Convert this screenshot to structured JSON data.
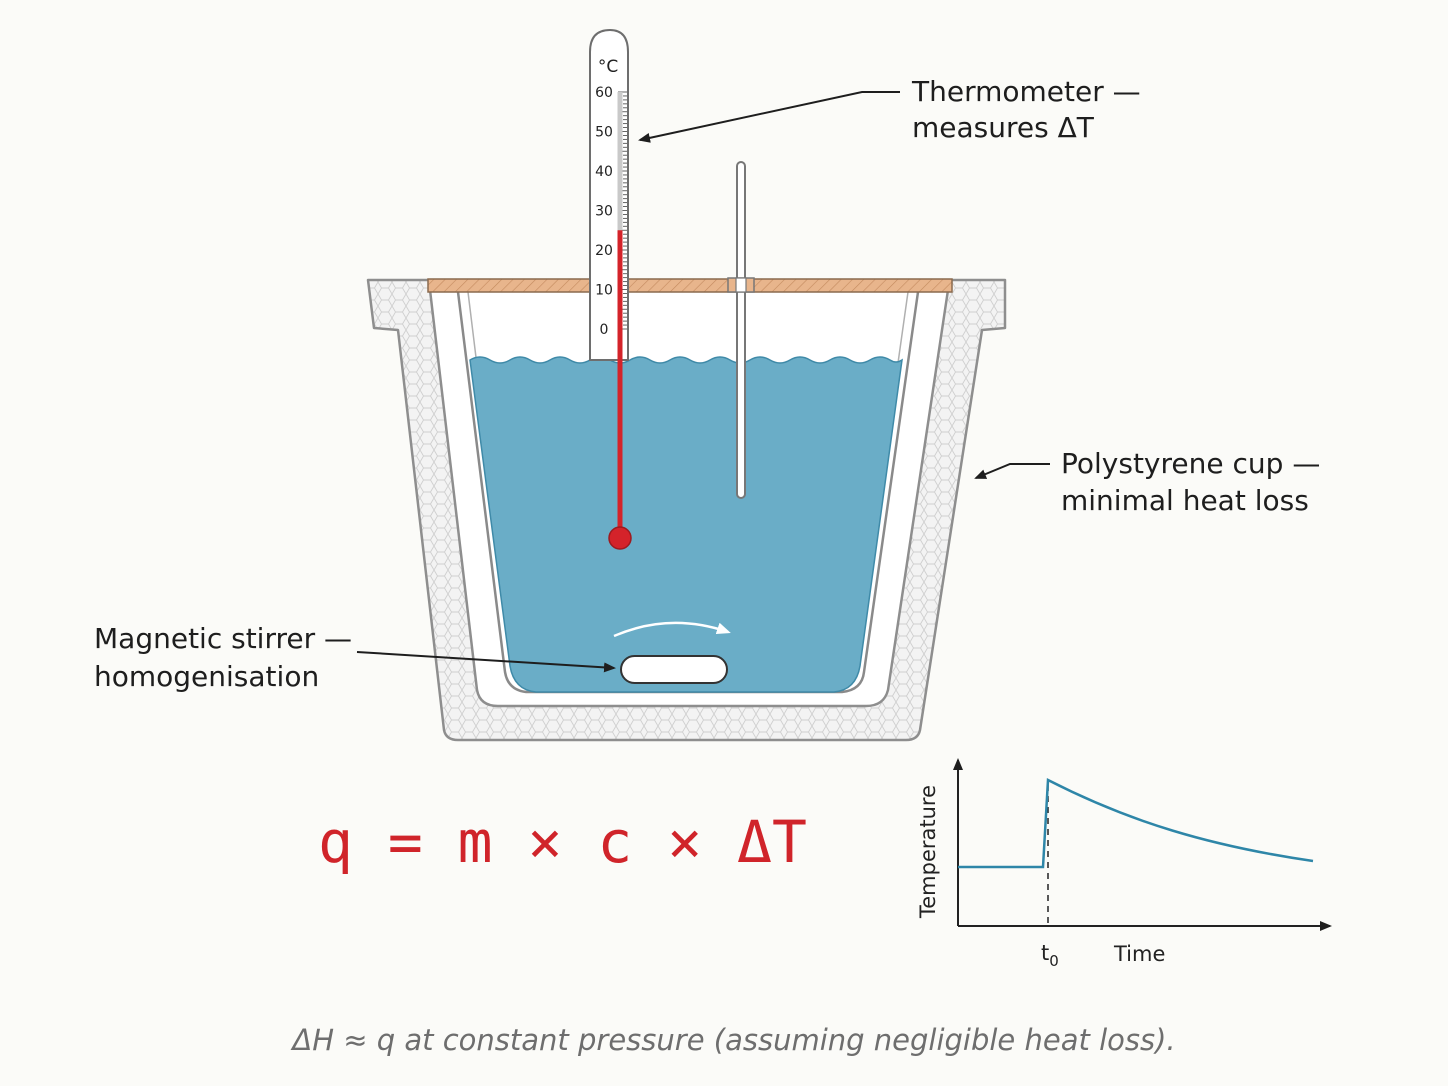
{
  "labels": {
    "thermometer_line1": "Thermometer —",
    "thermometer_line2": "measures ΔT",
    "cup_line1": "Polystyrene cup —",
    "cup_line2": "minimal heat loss",
    "stirrer_line1": "Magnetic stirrer —",
    "stirrer_line2": "homogenisation"
  },
  "thermometer": {
    "unit": "°C",
    "scale": [
      "60",
      "50",
      "40",
      "30",
      "20",
      "10",
      "0"
    ],
    "reading": 25
  },
  "formula": "q = m × c × ΔT",
  "graph": {
    "y_label": "Temperature",
    "x_label": "Time",
    "t0_label": "t",
    "t0_subscript": "0"
  },
  "caption": "ΔH ≈ q at constant pressure (assuming negligible heat loss).",
  "colors": {
    "water": "#6aadc7",
    "mercury": "#d4232a",
    "lid": "#e8b58c",
    "curve": "#2e86a8",
    "formula": "#d0242a"
  }
}
